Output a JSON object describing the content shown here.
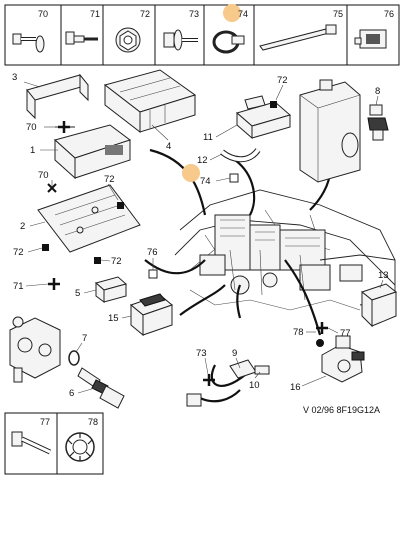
{
  "header_cells": [
    "70",
    "71",
    "72",
    "73",
    "74",
    "75",
    "76"
  ],
  "bottom_cells": [
    "77",
    "78"
  ],
  "callouts": {
    "c3": "3",
    "c70a": "70",
    "c1": "1",
    "c70b": "70",
    "c2": "2",
    "c72a": "72",
    "c72b": "72",
    "c72c": "72",
    "c71": "71",
    "c5": "5",
    "c76": "76",
    "c15": "15",
    "c4": "4",
    "c72d": "72",
    "c11": "11",
    "c12": "12",
    "c74": "74",
    "c8": "8",
    "c7": "7",
    "c6": "6",
    "c9": "9",
    "c73": "73",
    "c10": "10",
    "c13": "13",
    "c78": "78",
    "c77": "77",
    "c16": "16"
  },
  "reference_code": "V 02/96 8F19G12A",
  "colors": {
    "highlight": "#f7c98a",
    "ink": "#222222"
  }
}
